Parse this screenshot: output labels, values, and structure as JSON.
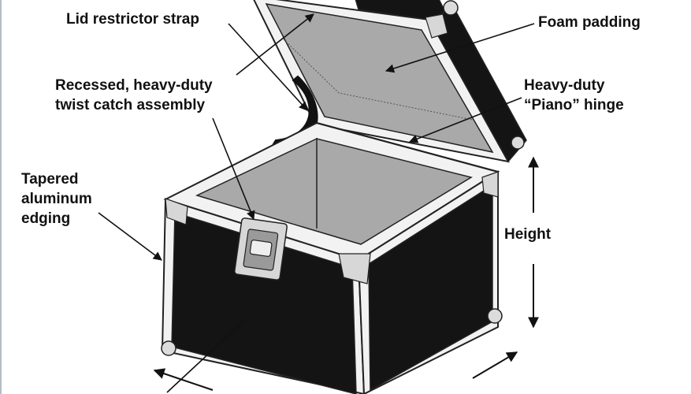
{
  "diagram": {
    "labels": {
      "lid_strap": "Lid restrictor strap",
      "foam_padding": "Foam padding",
      "twist_catch_line1": "Recessed, heavy-duty",
      "twist_catch_line2": "twist catch assembly",
      "piano_hinge_line1": "Heavy-duty",
      "piano_hinge_line2": "“Piano” hinge",
      "edging_line1": "Tapered",
      "edging_line2": "aluminum",
      "edging_line3": "edging",
      "height": "Height"
    },
    "colors": {
      "panel": "#141414",
      "foam": "#a9a9a9",
      "edging": "#f2f2f2",
      "outline": "#222222",
      "arrow": "#111111"
    }
  }
}
